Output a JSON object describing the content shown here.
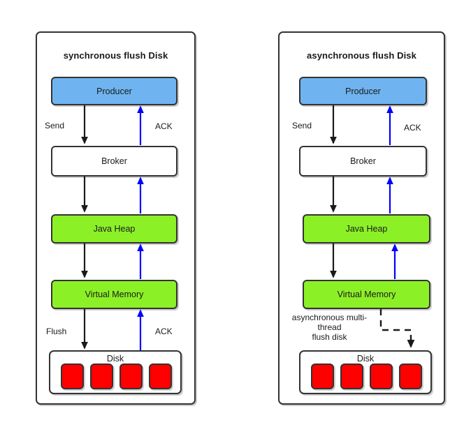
{
  "diagram": {
    "title_left": "synchronous flush Disk",
    "title_right": "asynchronous flush Disk",
    "colors": {
      "producer": "#6FB4F0",
      "memory": "#8CF027",
      "disk_cell": "#FF0000",
      "stroke": "#333333",
      "ack_arrow": "#0000FF",
      "flow_arrow": "#1a1a1a",
      "background": "#FFFFFF"
    }
  },
  "panels": [
    {
      "id": "synchronous",
      "title": "synchronous flush Disk",
      "nodes": [
        {
          "id": "producer",
          "label": "Producer",
          "style": "blue"
        },
        {
          "id": "broker",
          "label": "Broker",
          "style": "white"
        },
        {
          "id": "java-heap",
          "label": "Java Heap",
          "style": "green"
        },
        {
          "id": "virtual-memory",
          "label": "Virtual Memory",
          "style": "green"
        }
      ],
      "disk": {
        "label": "Disk",
        "cells": [
          "",
          "",
          "",
          ""
        ]
      },
      "edge_labels": [
        {
          "id": "send",
          "text": "Send"
        },
        {
          "id": "ack-producer",
          "text": "ACK"
        },
        {
          "id": "flush",
          "text": "Flush"
        },
        {
          "id": "ack-disk",
          "text": "ACK"
        }
      ]
    },
    {
      "id": "asynchronous",
      "title": "asynchronous flush Disk",
      "nodes": [
        {
          "id": "producer",
          "label": "Producer",
          "style": "blue"
        },
        {
          "id": "broker",
          "label": "Broker",
          "style": "white"
        },
        {
          "id": "java-heap",
          "label": "Java Heap",
          "style": "green"
        },
        {
          "id": "virtual-memory",
          "label": "Virtual Memory",
          "style": "green"
        }
      ],
      "disk": {
        "label": "Disk",
        "cells": [
          "",
          "",
          "",
          ""
        ]
      },
      "edge_labels": [
        {
          "id": "send",
          "text": "Send"
        },
        {
          "id": "ack-producer",
          "text": "ACK"
        },
        {
          "id": "async-flush",
          "text": "asynchronous multi-\nthread\nflush disk"
        }
      ]
    }
  ]
}
